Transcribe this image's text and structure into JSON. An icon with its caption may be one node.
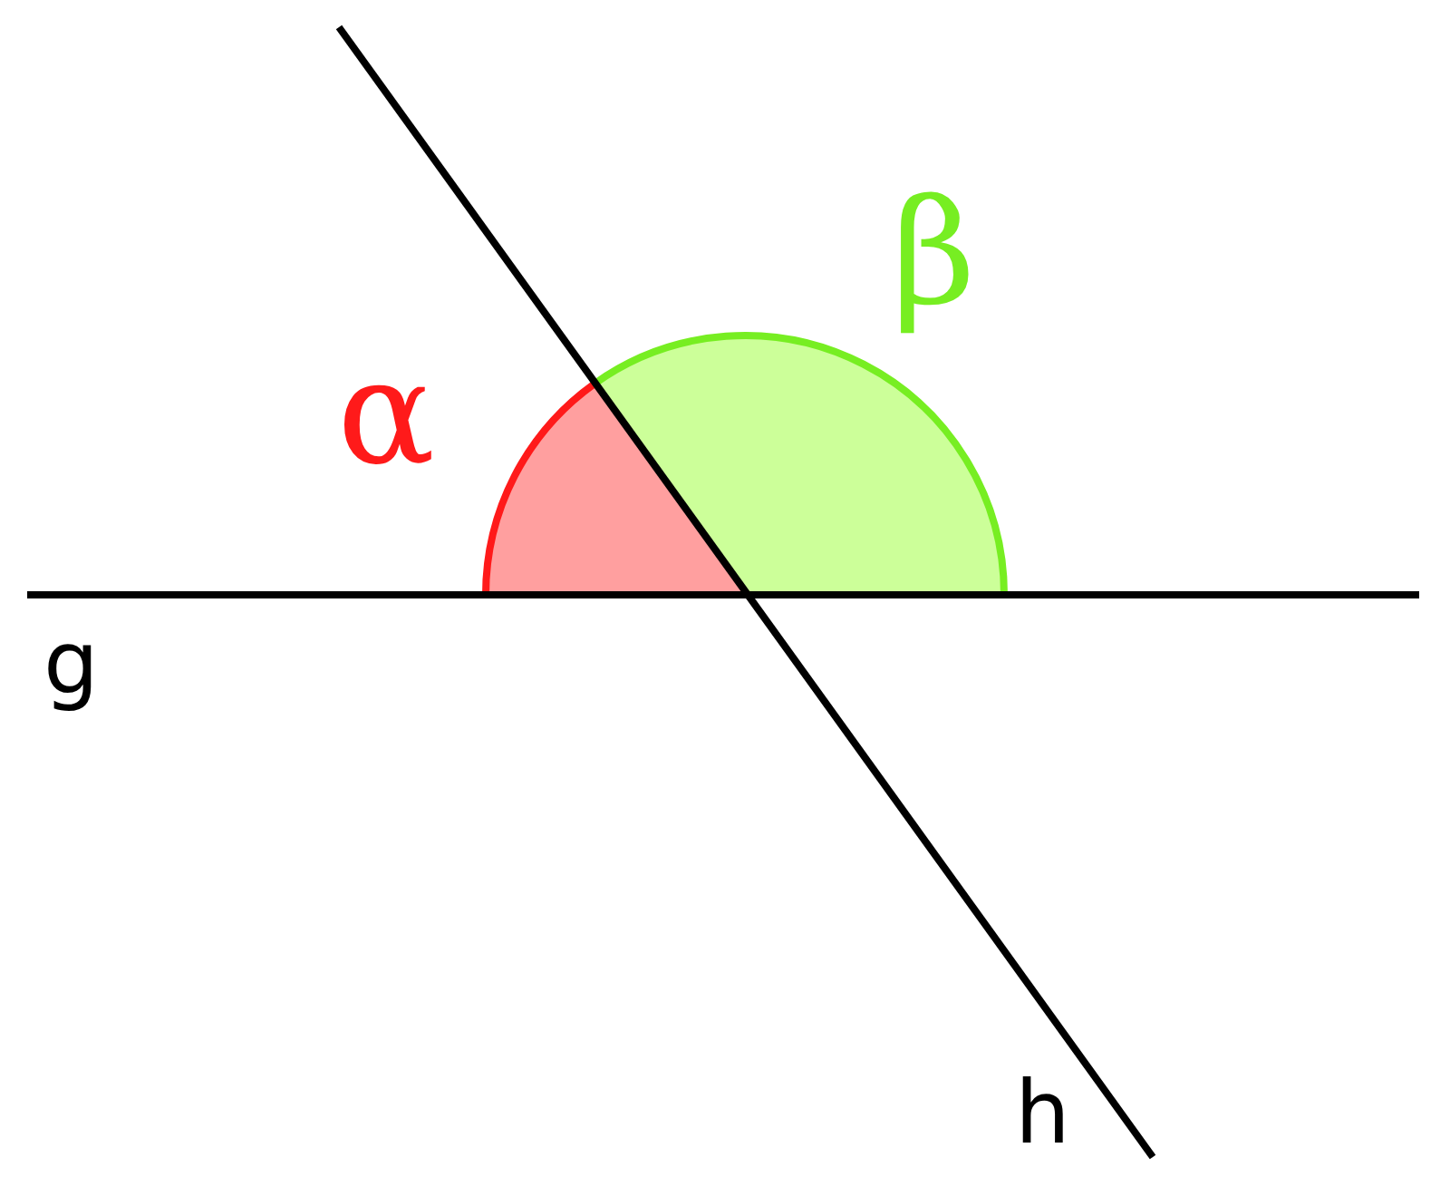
{
  "diagram": {
    "labels": [
      "β",
      "α",
      "g",
      "h"
    ]
  }
}
